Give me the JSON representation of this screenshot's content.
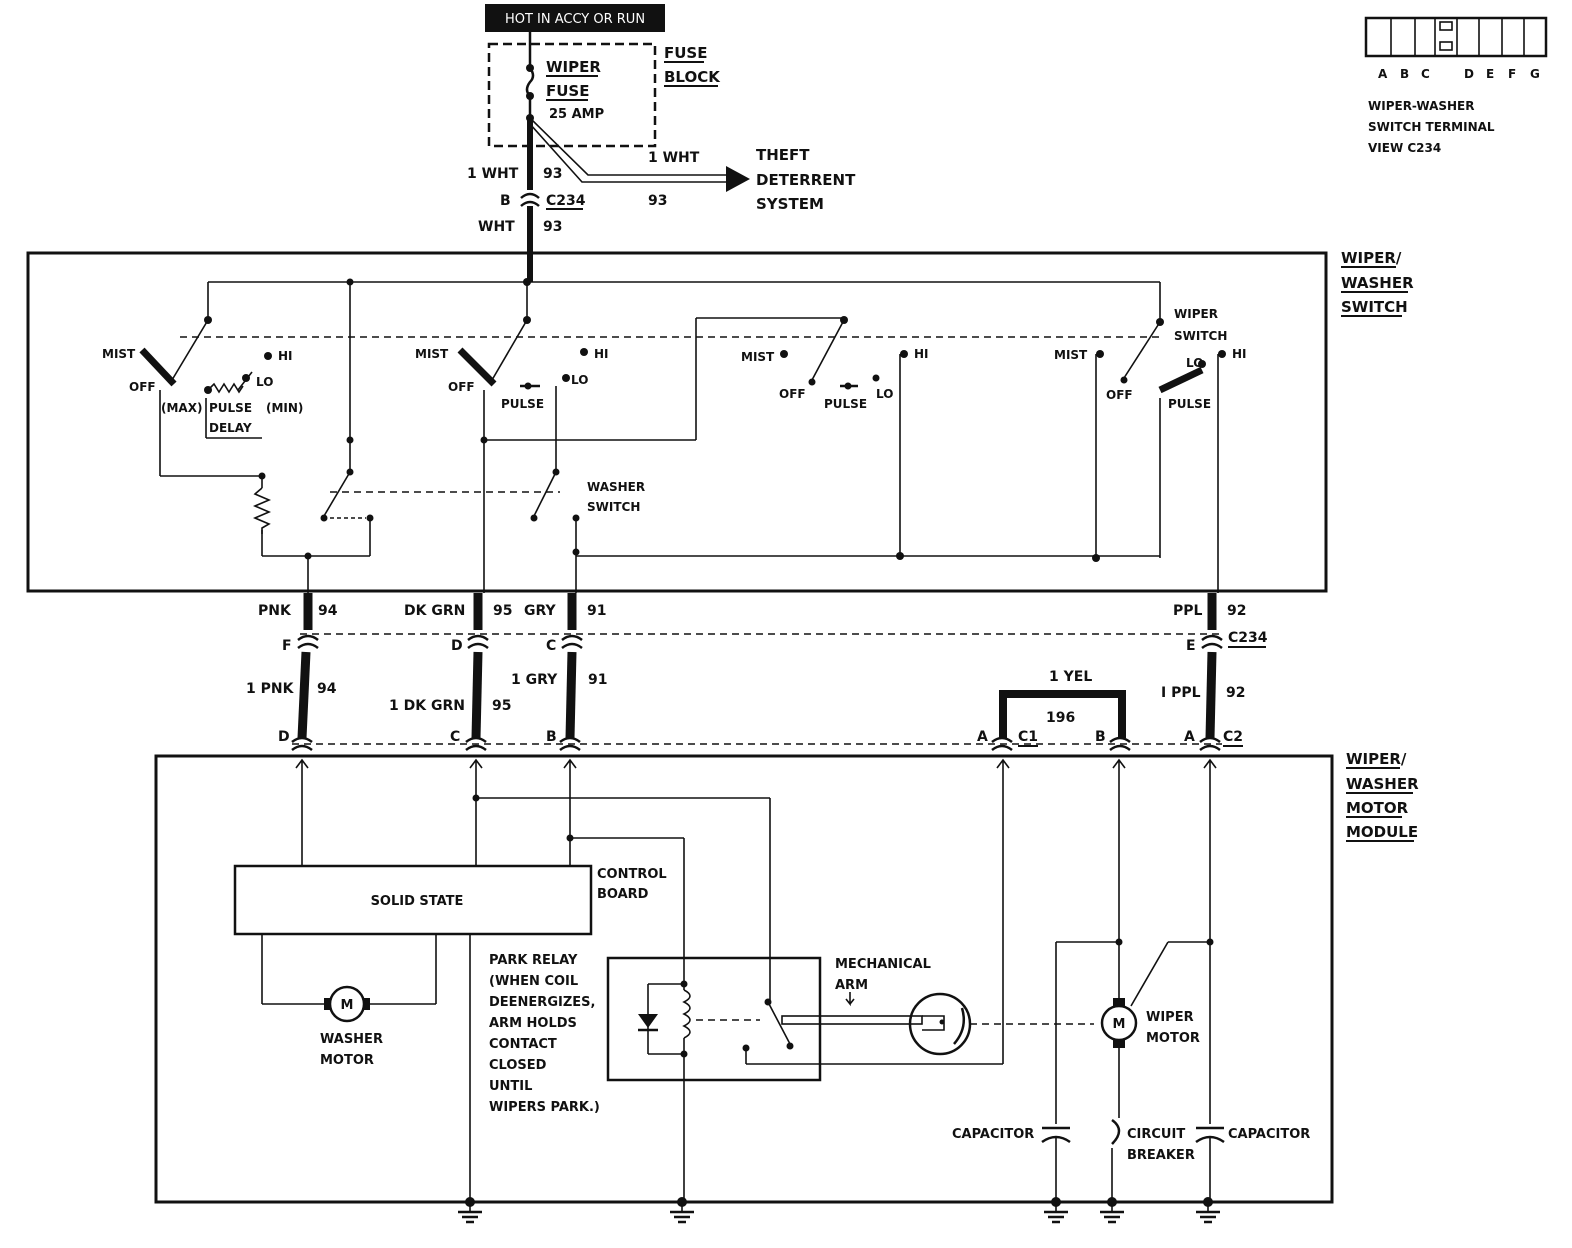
{
  "power_label": "HOT IN ACCY OR RUN",
  "fuse_block": {
    "title_line1": "FUSE",
    "title_line2": "BLOCK",
    "fuse_line1": "WIPER",
    "fuse_line2": "FUSE",
    "rating": "25 AMP"
  },
  "theft": {
    "wire_label": "1 WHT",
    "circuit": "93",
    "line1": "THEFT",
    "line2": "DETERRENT",
    "line3": "SYSTEM"
  },
  "feed": {
    "upper_color": "1 WHT",
    "upper_circuit": "93",
    "cavity": "B",
    "connector": "C234",
    "lower_color": "WHT",
    "lower_circuit": "93"
  },
  "switch_box": {
    "title_line1": "WIPER/",
    "title_line2": "WASHER",
    "title_line3": "SWITCH"
  },
  "sw1": {
    "mist": "MIST",
    "hi": "HI",
    "off": "OFF",
    "lo": "LO",
    "max": "(MAX)",
    "pulse": "PULSE",
    "min": "(MIN)",
    "delay": "DELAY"
  },
  "sw2": {
    "mist": "MIST",
    "hi": "HI",
    "off": "OFF",
    "lo": "LO",
    "pulse": "PULSE"
  },
  "sw3": {
    "mist": "MIST",
    "hi": "HI",
    "off": "OFF",
    "lo": "LO",
    "pulse": "PULSE"
  },
  "sw4": {
    "mist": "MIST",
    "hi": "HI",
    "off": "OFF",
    "lo": "LO",
    "pulse": "PULSE",
    "title_line1": "WIPER",
    "title_line2": "SWITCH"
  },
  "washer_switch": {
    "line1": "WASHER",
    "line2": "SWITCH"
  },
  "terminal_view": {
    "letters": [
      "A",
      "B",
      "C",
      "D",
      "E",
      "F",
      "G"
    ],
    "line1": "WIPER-WASHER",
    "line2": "SWITCH TERMINAL",
    "line3": "VIEW C234"
  },
  "wires": {
    "pnk": {
      "color": "PNK",
      "circuit": "94",
      "cavity": "F",
      "lower_color": "1 PNK",
      "lower_circuit": "94",
      "module_cavity": "D"
    },
    "dkgrn": {
      "color": "DK GRN",
      "circuit": "95",
      "cavity": "D",
      "lower_color": "1 DK GRN",
      "lower_circuit": "95",
      "module_cavity": "C"
    },
    "gry": {
      "color": "GRY",
      "circuit": "91",
      "cavity": "C",
      "lower_color": "1 GRY",
      "lower_circuit": "91",
      "module_cavity": "B"
    },
    "ppl": {
      "color": "PPL",
      "circuit": "92",
      "cavity": "E",
      "connector": "C234",
      "lower_color": "I PPL",
      "lower_circuit": "92",
      "module_cavity": "A",
      "module_connector": "C2"
    },
    "yel": {
      "color": "1 YEL",
      "circuit": "196",
      "cavity_a": "A",
      "connector": "C1",
      "cavity_b": "B"
    }
  },
  "module": {
    "title_line1": "WIPER/",
    "title_line2": "WASHER",
    "title_line3": "MOTOR",
    "title_line4": "MODULE",
    "solid_state": "SOLID STATE",
    "control_line1": "CONTROL",
    "control_line2": "BOARD",
    "washer_motor_line1": "WASHER",
    "washer_motor_line2": "MOTOR",
    "motor_symbol": "M",
    "park_relay_lines": [
      "PARK RELAY",
      "(WHEN COIL",
      "DEENERGIZES,",
      "ARM HOLDS",
      "CONTACT",
      "CLOSED",
      "UNTIL",
      "WIPERS PARK.)"
    ],
    "mech_arm_line1": "MECHANICAL",
    "mech_arm_line2": "ARM",
    "wiper_motor_line1": "WIPER",
    "wiper_motor_line2": "MOTOR",
    "capacitor_left": "CAPACITOR",
    "capacitor_right": "CAPACITOR",
    "breaker_line1": "CIRCUIT",
    "breaker_line2": "BREAKER"
  }
}
